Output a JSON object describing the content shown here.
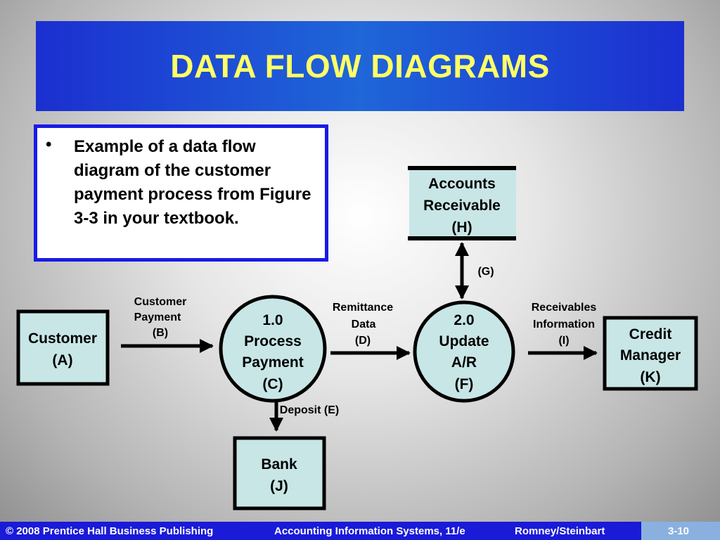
{
  "title": "DATA FLOW DIAGRAMS",
  "bullet_symbol": "•",
  "bullet_text": "Example of a data flow diagram of the customer payment process from Figure 3-3 in your textbook.",
  "diagram": {
    "customer": [
      "Customer",
      "(A)"
    ],
    "process1": [
      "1.0",
      "Process",
      "Payment",
      "(C)"
    ],
    "process2": [
      "2.0",
      "Update",
      "A/R",
      "(F)"
    ],
    "ar_store": [
      "Accounts",
      "Receivable",
      "(H)"
    ],
    "credit_manager": [
      "Credit",
      "Manager",
      "(K)"
    ],
    "bank": [
      "Bank",
      "(J)"
    ],
    "flow_b": [
      "Customer",
      "Payment",
      "(B)"
    ],
    "flow_d": [
      "Remittance",
      "Data",
      "(D)"
    ],
    "flow_i": [
      "Receivables",
      "Information",
      "(I)"
    ],
    "flow_g": "(G)",
    "flow_e": "Deposit (E)"
  },
  "footer": {
    "copyright": "© 2008 Prentice Hall Business Publishing",
    "book": "Accounting Information Systems, 11/e",
    "authors": "Romney/Steinbart",
    "page": "3-10"
  },
  "colors": {
    "title_text": "#ffff66",
    "entity_fill": "#c8e6e6",
    "footer_bg": "#1a1ad9",
    "textbox_border": "#1a1ae6"
  }
}
